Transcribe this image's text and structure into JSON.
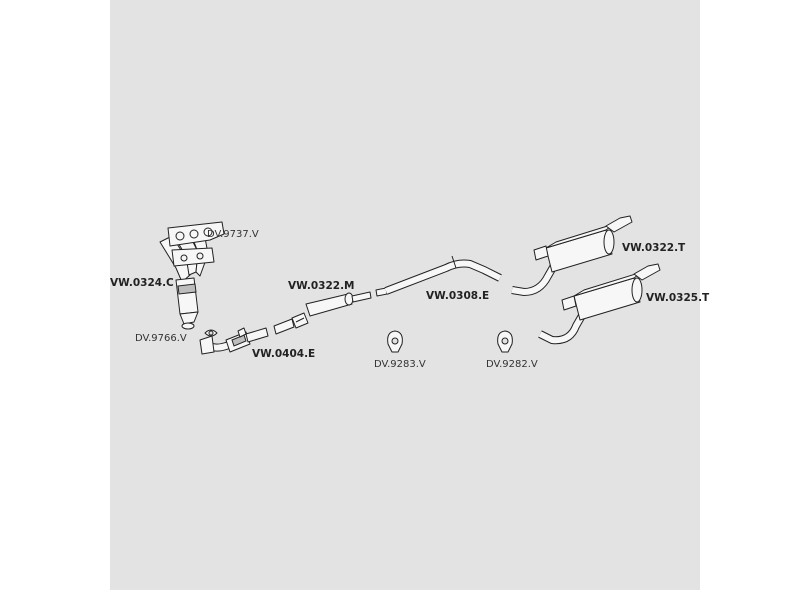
{
  "parts": [
    {
      "id": "manifold",
      "code": "VW.0324.C"
    },
    {
      "id": "manifold-gasket",
      "code": "DV.9737.V"
    },
    {
      "id": "flange-gasket",
      "code": "DV.9766.V"
    },
    {
      "id": "front-pipe",
      "code": "VW.0404.E"
    },
    {
      "id": "center-silencer",
      "code": "VW.0322.M"
    },
    {
      "id": "intermediate-pipe",
      "code": "VW.0308.E"
    },
    {
      "id": "clamp-1",
      "code": "DV.9283.V"
    },
    {
      "id": "clamp-2",
      "code": "DV.9282.V"
    },
    {
      "id": "rear-silencer-1",
      "code": "VW.0322.T"
    },
    {
      "id": "rear-silencer-2",
      "code": "VW.0325.T"
    }
  ],
  "colors": {
    "background": "#e3e3e3",
    "page": "#ffffff",
    "line": "#222222"
  }
}
